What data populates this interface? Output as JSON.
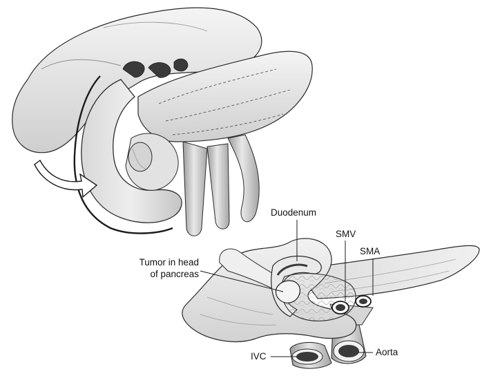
{
  "labels": {
    "duodenum": "Duodenum",
    "smv": "SMV",
    "sma": "SMA",
    "tumor_line1": "Tumor in head",
    "tumor_line2": "of pancreas",
    "ivc": "IVC",
    "aorta": "Aorta"
  },
  "colors": {
    "background": "#ffffff",
    "outline": "#2a2a2a",
    "shade_light": "#e4e4e4",
    "shade_mid": "#c9c9c9",
    "shade_dark": "#8f8f8f",
    "lumen": "#3a3a3a"
  }
}
